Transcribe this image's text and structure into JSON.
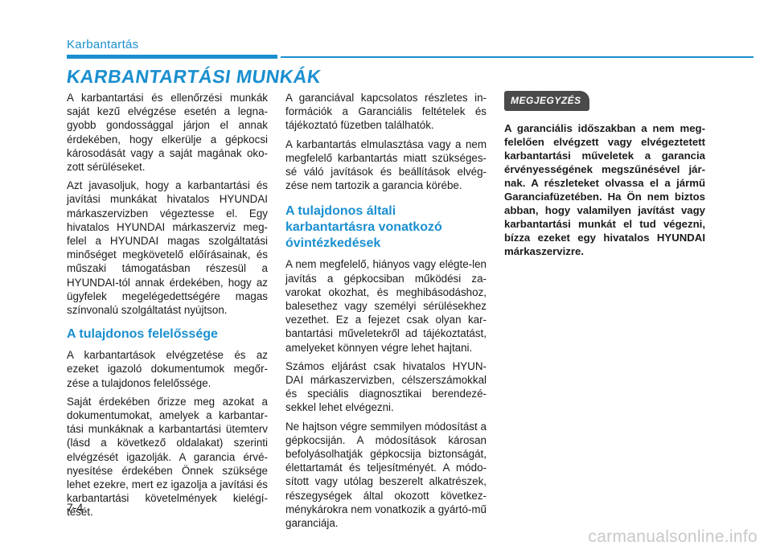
{
  "header": {
    "section": "Karbantartás",
    "title": "KARBANTARTÁSI MUNKÁK"
  },
  "column1": {
    "p1": "A karbantartási és ellenőrzési munkák saját kezű elvégzése esetén a legna-gyobb gondossággal járjon el annak érdekében, hogy elkerülje a gépkocsi károsodását vagy a saját magának oko-zott sérüléseket.",
    "p2": "Azt javasoljuk, hogy a karbantartási és javítási munkákat hivatalos HYUNDAI márkaszervizben végeztesse el. Egy hivatalos HYUNDAI márkaszerviz meg-felel a HYUNDAI magas szolgáltatási minőséget megkövetelő előírásainak, és műszaki támogatásban részesül a HYUNDAI-tól annak érdekében, hogy az ügyfelek megelégedettségére magas színvonalú szolgáltatást nyújtson.",
    "heading": "A tulajdonos felelőssége",
    "p3": "A karbantartások elvégzetése és az ezeket igazoló dokumentumok megőr-zése a tulajdonos felelőssége.",
    "p4": "Saját érdekében őrizze meg azokat a dokumentumokat, amelyek a karbantar-tási munkáknak a karbantartási ütemterv (lásd a következő oldalakat) szerinti elvégzését igazolják. A garancia érvé-nyesítése érdekében Önnek szüksége lehet ezekre, mert ez igazolja a javítási és karbantartási követelmények kielégí-tését."
  },
  "column2": {
    "p1": "A garanciával kapcsolatos részletes in-formációk a Garanciális feltételek és tájékoztató füzetben találhatók.",
    "p2": "A karbantartás elmulasztása vagy a nem megfelelő karbantartás miatt szükséges-sé váló javítások és beállítások elvég-zése nem tartozik a garancia körébe.",
    "heading": "A tulajdonos általi karbantartásra vonatkozó óvintézkedések",
    "p3": "A nem megfelelő, hiányos vagy elégte-len javítás a gépkocsiban működési za-varokat okozhat, és meghibásodáshoz, balesethez vagy személyi sérülésekhez vezethet. Ez a fejezet csak olyan kar-bantartási műveletekről ad tájékoztatást, amelyeket könnyen végre lehet hajtani.",
    "p4": "Számos eljárást csak hivatalos HYUN-DAI márkaszervizben, célszerszámokkal és speciális diagnosztikai berendezé-sekkel lehet elvégezni.",
    "p5": "Ne hajtson végre semmilyen módosítást a gépkocsiján. A módosítások károsan befolyásolhatják gépkocsija biztonságát, élettartamát és teljesítményét. A módo-sított vagy utólag beszerelt alkatrészek, részegységek által okozott következ-ménykárokra nem vonatkozik a gyártó-mű garanciája."
  },
  "column3": {
    "badge": "MEGJEGYZÉS",
    "note": "A garanciális időszakban a nem meg-felelően elvégzett vagy elvégeztetett karbantartási műveletek a garancia érvényességének megszűnésével jár-nak. A részleteket olvassa el a jármű Garanciafüzetében. Ha Ön nem biztos abban, hogy valamilyen javítást vagy karbantartási munkát el tud végezni, bízza ezeket egy hivatalos HYUNDAI márkaszervizre."
  },
  "footer": {
    "page_number": "7-4",
    "watermark": "carmanualsonline.info"
  },
  "colors": {
    "accent": "#1a8fd0",
    "badge_bg": "#4a4a4a"
  }
}
